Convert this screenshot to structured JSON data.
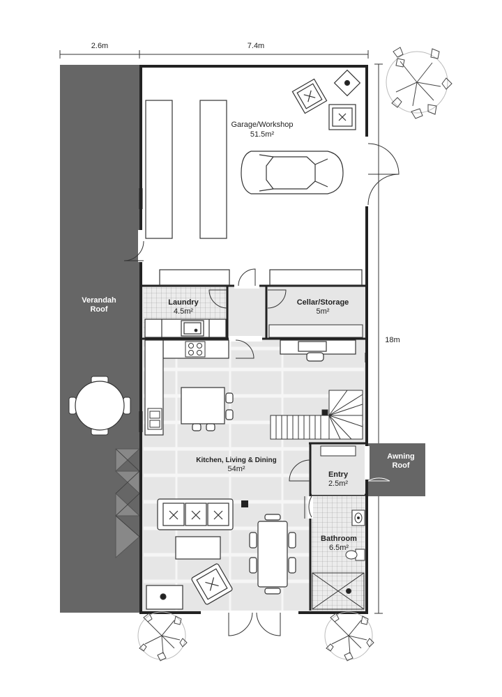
{
  "dimensions": {
    "verandah_width": "2.6m",
    "house_width": "7.4m",
    "house_length": "18m"
  },
  "rooms": {
    "garage": {
      "name": "Garage/Workshop",
      "area": "51.5m²"
    },
    "laundry": {
      "name": "Laundry",
      "area": "4.5m²"
    },
    "cellar": {
      "name": "Cellar/Storage",
      "area": "5m²"
    },
    "living": {
      "name": "Kitchen, Living & Dining",
      "area": "54m²"
    },
    "entry": {
      "name": "Entry",
      "area": "2.5m²"
    },
    "bathroom": {
      "name": "Bathroom",
      "area": "6.5m²"
    }
  },
  "outdoor": {
    "verandah_line1": "Verandah",
    "verandah_line2": "Roof",
    "awning_line1": "Awning",
    "awning_line2": "Roof"
  },
  "colors": {
    "wall": "#222222",
    "roof": "#666666",
    "floor": "#e6e6e6",
    "grid": "#f6f6f6"
  }
}
